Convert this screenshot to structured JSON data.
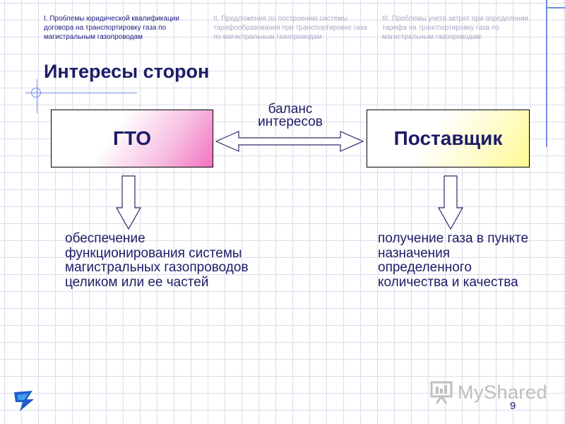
{
  "nav": {
    "items": [
      {
        "label": "I. Проблемы юридической квалификации договора на транспортировку газа по магистральным газопроводам"
      },
      {
        "label": "II. Предложения по построению системы тарифообразования при транспортировке газа по магистральным газопроводам"
      },
      {
        "label": "III. Проблемы учета затрат при определении тарифа на транспортировку газа по магистральным газопроводам"
      }
    ]
  },
  "slide": {
    "title": "Интересы сторон",
    "party_left": "ГТО",
    "party_right": "Поставщик",
    "balance_label_line1": "баланс",
    "balance_label_line2": "интересов",
    "left_interest": "обеспечение функционирования системы магистральных газопроводов целиком или ее частей",
    "right_interest": "получение газа в пункте назначения определенного количества и качества",
    "page_number": "9"
  },
  "watermark": {
    "text": "MyShared",
    "icon": "presentation-board-icon"
  },
  "colors": {
    "title": "#1c1c66",
    "grid": "#dcdcec",
    "accent_line": "#6e8ee0",
    "gto_gradient_end": "#f272c0",
    "supplier_gradient_end": "#fffa90",
    "nav_active": "#1a1a80",
    "nav_inactive": "#a8a8c4"
  }
}
